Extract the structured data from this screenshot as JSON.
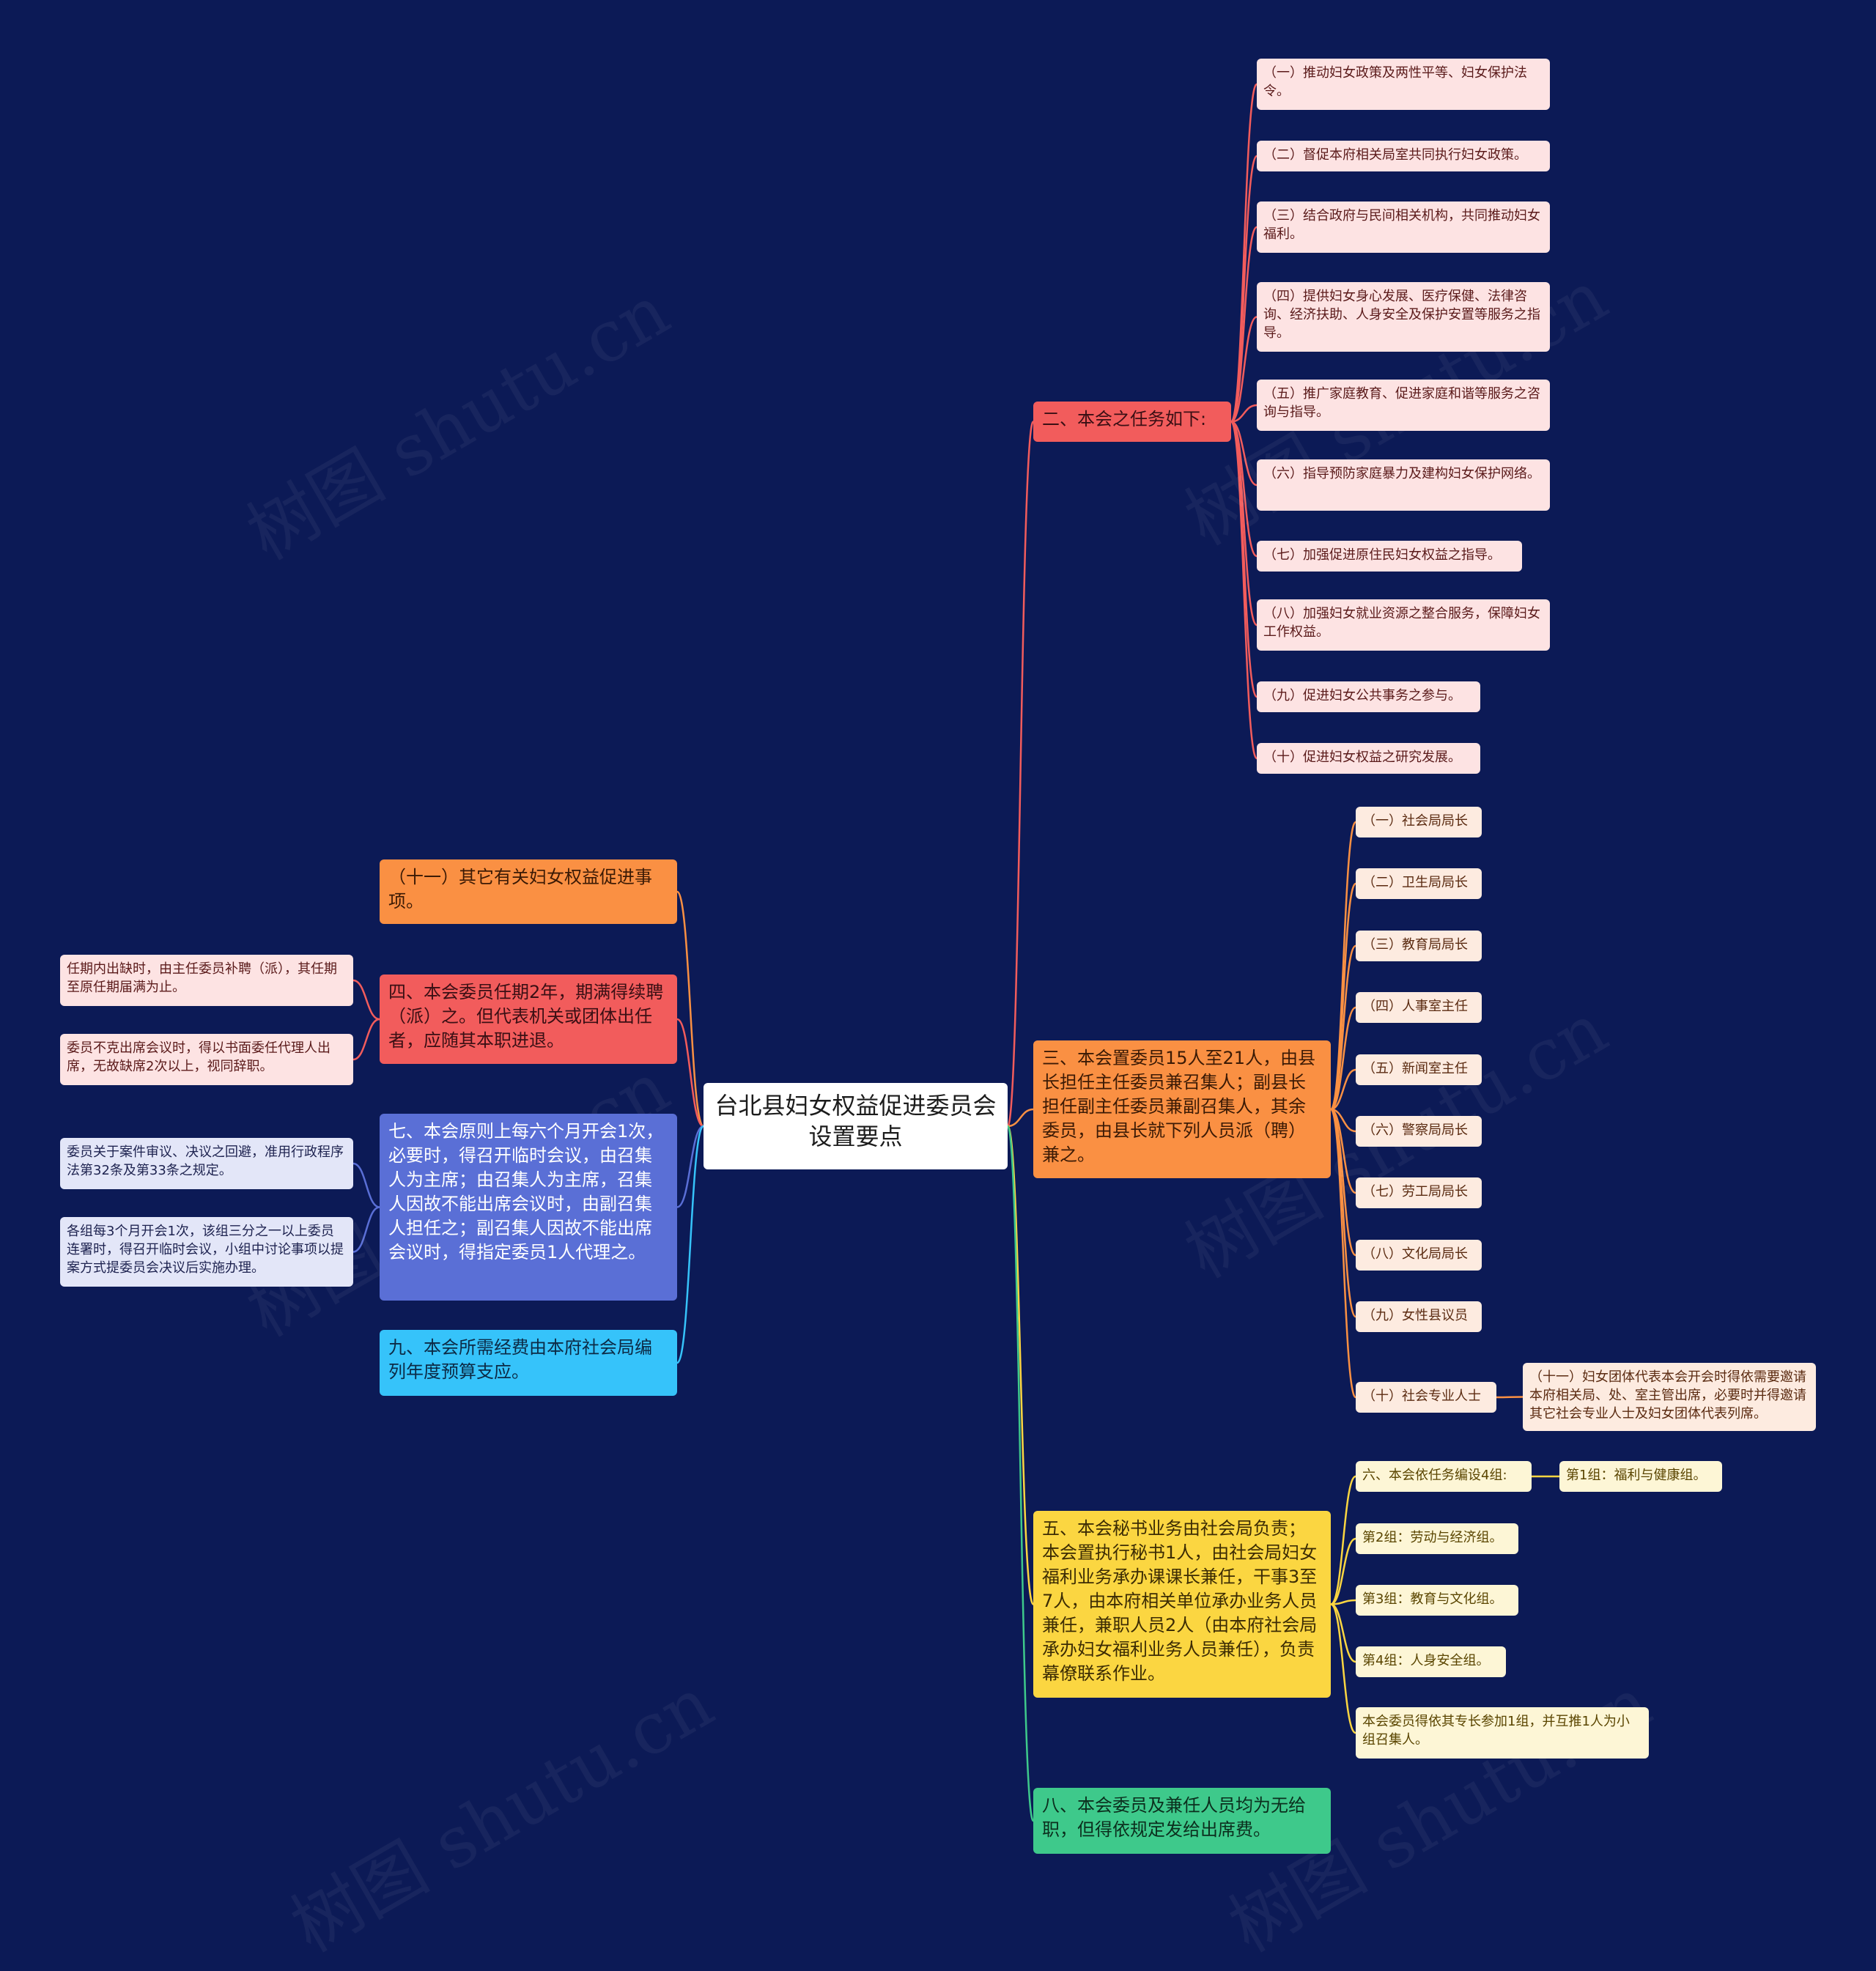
{
  "watermark": "树图 shutu.cn",
  "colors": {
    "background": "#0c1a56",
    "red": "#f25c5c",
    "orange": "#fa9043",
    "blue": "#5a6fd6",
    "cyan": "#36c3fa",
    "yellow": "#fbd641",
    "green": "#3ec98b"
  },
  "root": {
    "label": "台北县妇女权益促进委员会设置要点"
  },
  "right": {
    "tasks": {
      "label": "二、本会之任务如下:",
      "items": [
        "（一）推动妇女政策及两性平等、妇女保护法令。",
        "（二）督促本府相关局室共同执行妇女政策。",
        "（三）结合政府与民间相关机构，共同推动妇女福利。",
        "（四）提供妇女身心发展、医疗保健、法律咨询、经济扶助、人身安全及保护安置等服务之指导。",
        "（五）推广家庭教育、促进家庭和谐等服务之咨询与指导。",
        "（六）指导预防家庭暴力及建构妇女保护网络。",
        "（七）加强促进原住民妇女权益之指导。",
        "（八）加强妇女就业资源之整合服务，保障妇女工作权益。",
        "（九）促进妇女公共事务之参与。",
        "（十）促进妇女权益之研究发展。"
      ]
    },
    "members": {
      "label": "三、本会置委员15人至21人，由县长担任主任委员兼召集人；副县长担任副主任委员兼副召集人，其余委员，由县长就下列人员派（聘）兼之。",
      "items": [
        "（一）社会局局长",
        "（二）卫生局局长",
        "（三）教育局局长",
        "（四）人事室主任",
        "（五）新闻室主任",
        "（六）警察局局长",
        "（七）劳工局局长",
        "（八）文化局局长",
        "（九）女性县议员",
        "（十）社会专业人士"
      ],
      "extra": "（十一）妇女团体代表本会开会时得依需要邀请本府相关局、处、室主管出席，必要时并得邀请其它社会专业人士及妇女团体代表列席。"
    },
    "secretary": {
      "label": "五、本会秘书业务由社会局负责；本会置执行秘书1人，由社会局妇女福利业务承办课课长兼任，干事3至7人，由本府相关单位承办业务人员兼任，兼职人员2人（由本府社会局承办妇女福利业务人员兼任），负责幕僚联系作业。",
      "items": [
        "六、本会依任务编设4组:",
        "第2组：劳动与经济组。",
        "第3组：教育与文化组。",
        "第4组：人身安全组。",
        "本会委员得依其专长参加1组，并互推1人为小组召集人。"
      ],
      "group1": "第1组：福利与健康组。"
    },
    "unpaid": {
      "label": "八、本会委员及兼任人员均为无给职，但得依规定发给出席费。"
    }
  },
  "left": {
    "other": {
      "label": "（十一）其它有关妇女权益促进事项。"
    },
    "term": {
      "label": "四、本会委员任期2年，期满得续聘（派）之。但代表机关或团体出任者，应随其本职进退。",
      "items": [
        "任期内出缺时，由主任委员补聘（派），其任期至原任期届满为止。",
        "委员不克出席会议时，得以书面委任代理人出席，无故缺席2次以上，视同辞职。"
      ]
    },
    "meeting": {
      "label": "七、本会原则上每六个月开会1次，必要时，得召开临时会议，由召集人为主席；由召集人为主席，召集人因故不能出席会议时，由副召集人担任之；副召集人因故不能出席会议时，得指定委员1人代理之。",
      "items": [
        "委员关于案件审议、决议之回避，准用行政程序法第32条及第33条之规定。",
        "各组每3个月开会1次，该组三分之一以上委员连署时，得召开临时会议，小组中讨论事项以提案方式提委员会决议后实施办理。"
      ]
    },
    "budget": {
      "label": "九、本会所需经费由本府社会局编列年度预算支应。"
    }
  }
}
